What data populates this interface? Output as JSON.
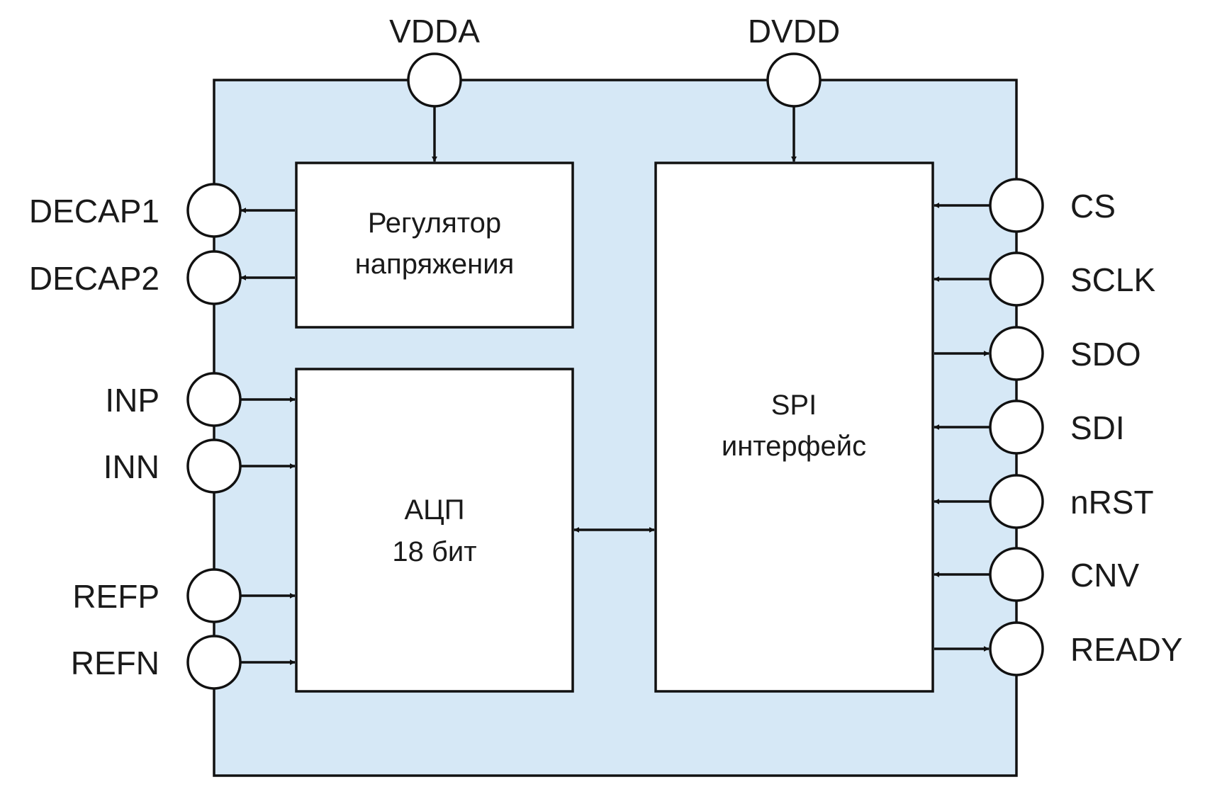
{
  "colors": {
    "package_fill": "#d6e8f6",
    "line": "#111111",
    "block_fill": "#ffffff"
  },
  "power_pins": {
    "vdda": "VDDA",
    "dvdd": "DVDD"
  },
  "left_pins": {
    "decap1": "DECAP1",
    "decap2": "DECAP2",
    "inp": "INP",
    "inn": "INN",
    "refp": "REFP",
    "refn": "REFN"
  },
  "right_pins": {
    "cs": "CS",
    "sclk": "SCLK",
    "sdo": "SDO",
    "sdi": "SDI",
    "nrst": "nRST",
    "cnv": "CNV",
    "ready": "READY"
  },
  "blocks": {
    "regulator": {
      "line1": "Регулятор",
      "line2": "напряжения"
    },
    "adc": {
      "line1": "АЦП",
      "line2": "18 бит"
    },
    "spi": {
      "line1": "SPI",
      "line2": "интерфейс"
    }
  }
}
